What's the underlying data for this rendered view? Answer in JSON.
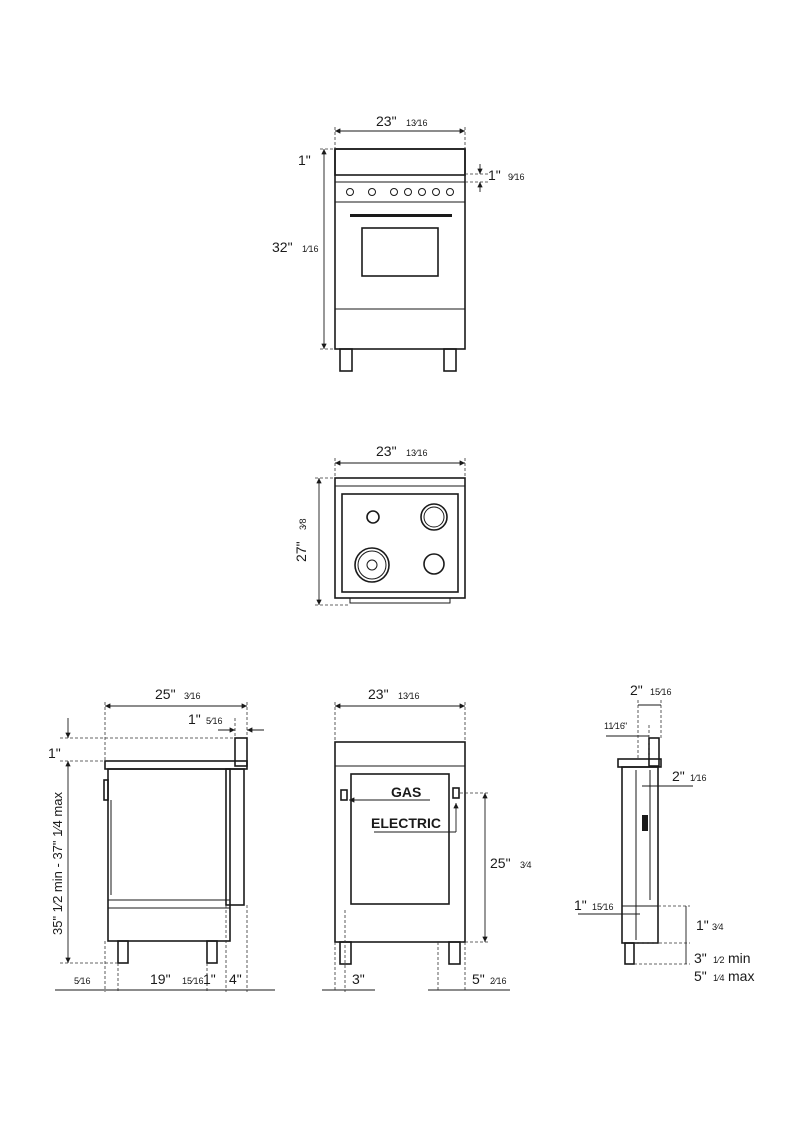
{
  "views": {
    "front": {
      "width": {
        "main": "23\"",
        "frac": "13⁄16"
      },
      "top": "1\"",
      "backguard": {
        "main": "1\"",
        "frac": "9⁄16"
      },
      "height": {
        "main": "32\"",
        "frac": "1⁄16"
      }
    },
    "top": {
      "width": {
        "main": "23\"",
        "frac": "13⁄16"
      },
      "depth": {
        "main": "27\"",
        "frac": "3⁄8"
      }
    },
    "side": {
      "depth": {
        "main": "25\"",
        "frac": "3⁄16"
      },
      "backguard": {
        "main": "1\"",
        "frac": "5⁄16"
      },
      "top": "1\"",
      "height": {
        "min": "35\" 1⁄2 min",
        "sep": " - ",
        "max": "37\" 1⁄4 max"
      },
      "bottom": {
        "a": "5⁄16",
        "b_main": "19\"",
        "b_frac": "15⁄16",
        "c": "1\"",
        "d": "4\""
      }
    },
    "connection": {
      "width": {
        "main": "23\"",
        "frac": "13⁄16"
      },
      "gas_label": "GAS",
      "electric_label": "ELECTRIC",
      "height": {
        "main": "25\"",
        "frac": "3⁄4"
      },
      "left": "3\"",
      "right": {
        "main": "5\"",
        "frac": "2⁄16"
      }
    },
    "clearance": {
      "top": {
        "main": "2\"",
        "frac": "15⁄16"
      },
      "inner": {
        "main": "11⁄16",
        "suffix": "\""
      },
      "right": {
        "main": "2\"",
        "frac": "1⁄16"
      },
      "lower": {
        "main": "1\"",
        "frac": "15⁄16"
      },
      "foot": {
        "main": "1\"",
        "frac": "3⁄4"
      },
      "leg_min": {
        "main": "3\"",
        "frac": "1⁄2",
        "suffix": "min"
      },
      "leg_max": {
        "main": "5\"",
        "frac": "1⁄4",
        "suffix": "max"
      }
    }
  }
}
